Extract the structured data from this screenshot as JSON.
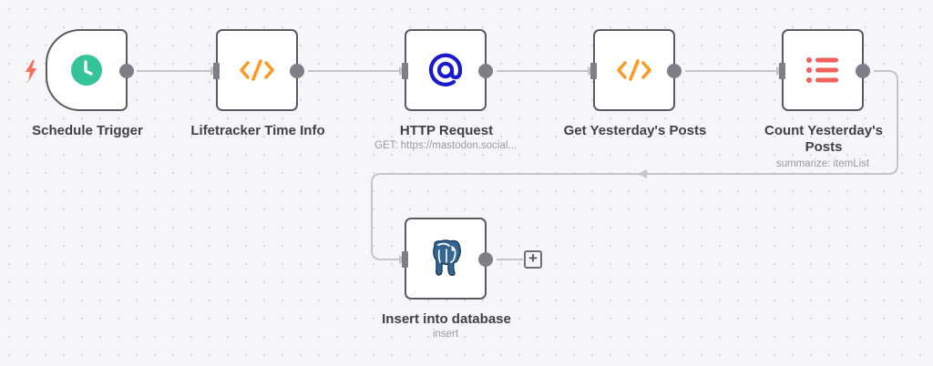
{
  "workflow": {
    "nodes": [
      {
        "id": "schedule",
        "label": "Schedule Trigger",
        "subtitle": "",
        "icon": "clock-icon",
        "color": "#35c39a"
      },
      {
        "id": "lifetracker",
        "label": "Lifetracker Time Info",
        "subtitle": "",
        "icon": "code-icon",
        "color": "#ff9922"
      },
      {
        "id": "http",
        "label": "HTTP Request",
        "subtitle": "GET: https://mastodon.social...",
        "icon": "at-icon",
        "color": "#1a1acc"
      },
      {
        "id": "yesterday",
        "label": "Get Yesterday's Posts",
        "subtitle": "",
        "icon": "code-icon",
        "color": "#ff9922"
      },
      {
        "id": "count",
        "label": "Count Yesterday's Posts",
        "subtitle": "summarize: itemList",
        "icon": "list-icon",
        "color": "#f0605a"
      },
      {
        "id": "insert",
        "label": "Insert into database",
        "subtitle": "insert",
        "icon": "postgres-elephant-icon",
        "color": "#336791"
      }
    ],
    "trigger_icon": "lightning-bolt-icon",
    "trigger_color": "#ff6d5a",
    "add_button_label": "+"
  }
}
